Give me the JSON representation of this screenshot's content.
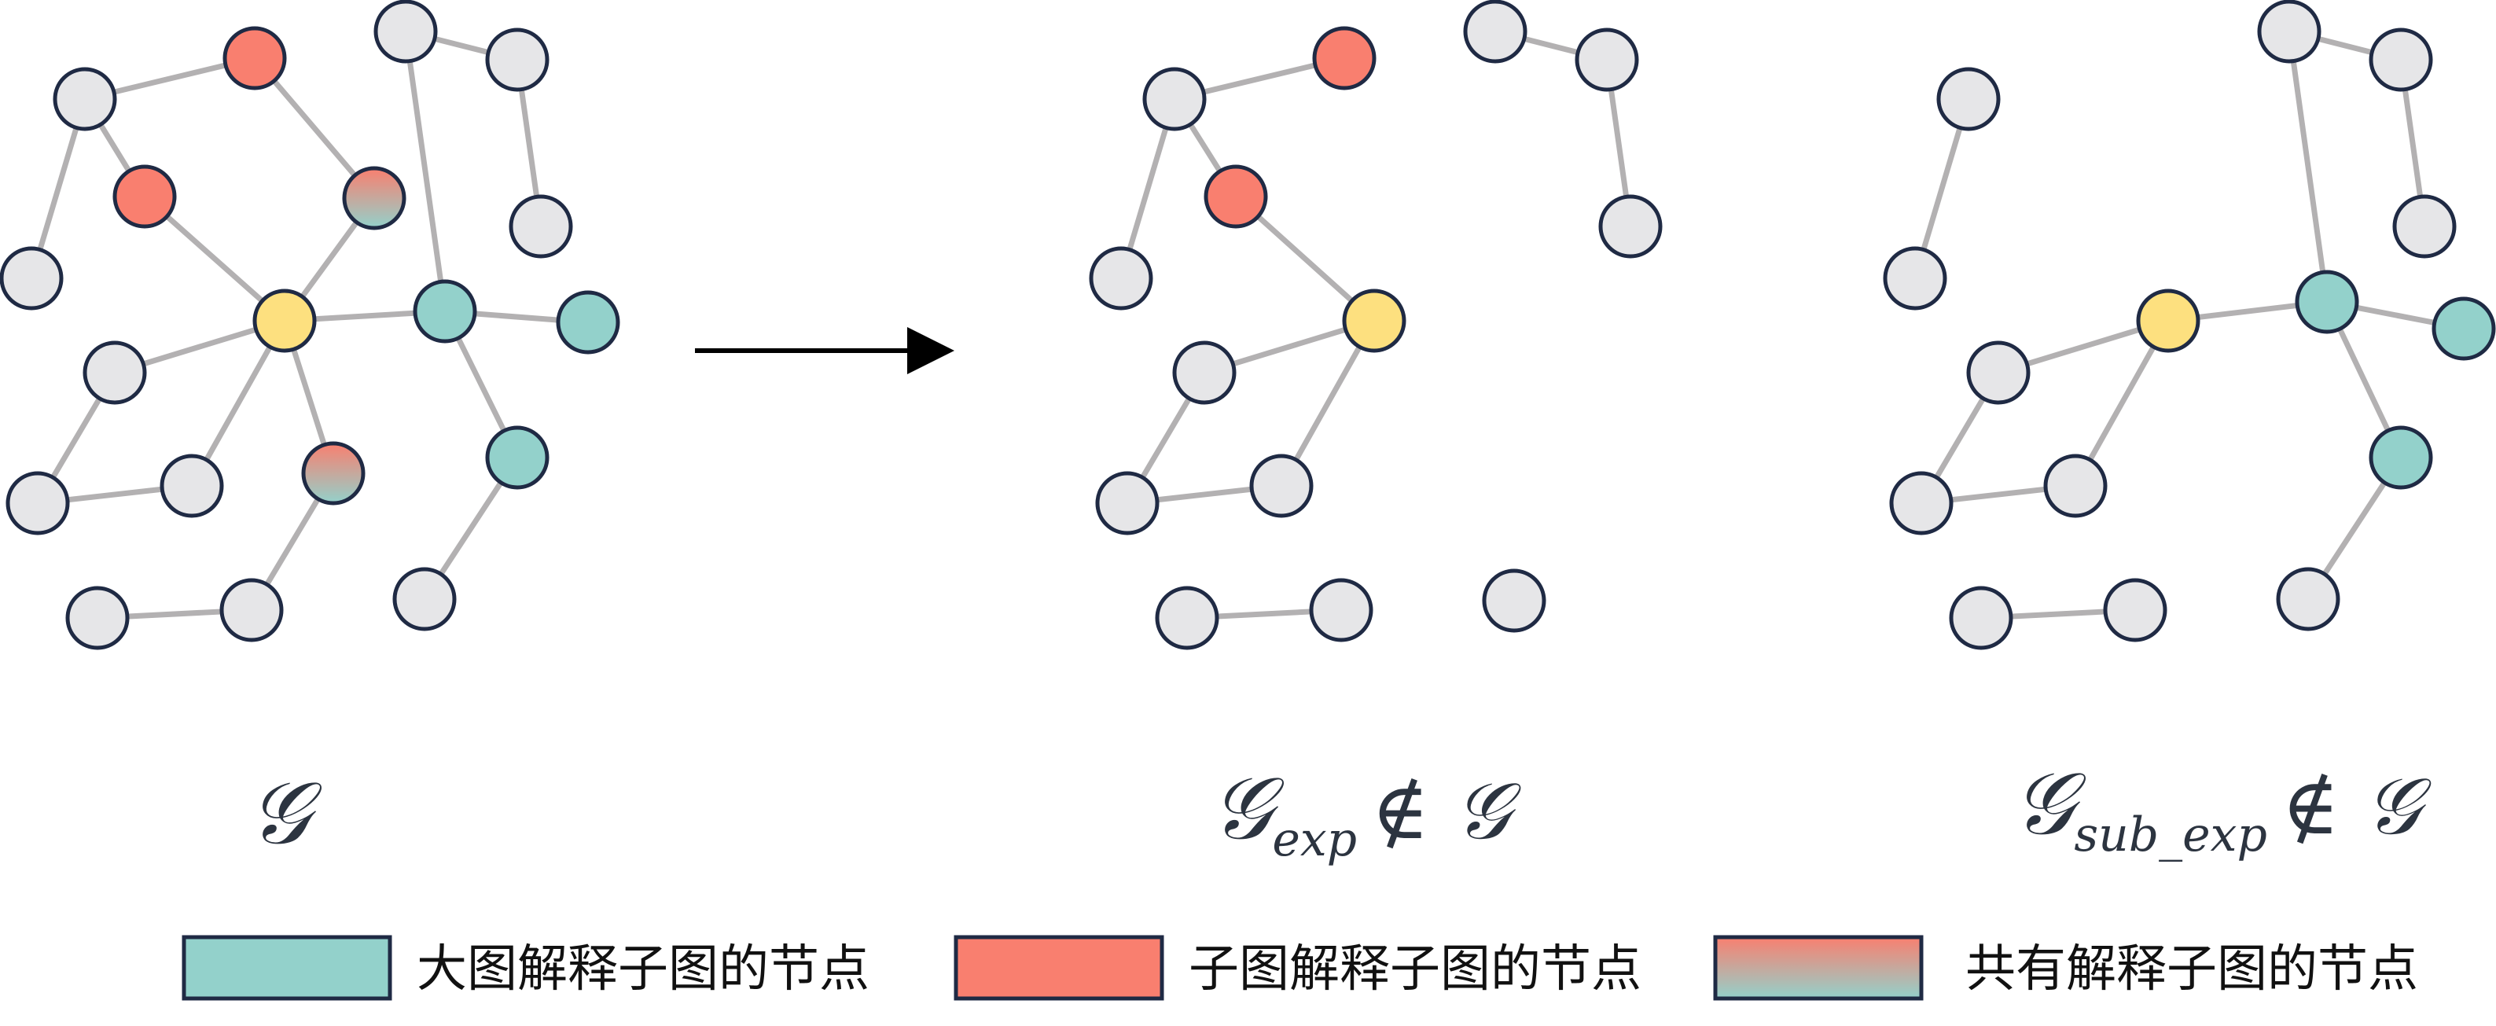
{
  "colors": {
    "node_default": "#e6e6e8",
    "node_center": "#fde07f",
    "node_large_graph": "#93d1cb",
    "node_subgraph": "#f97f6f",
    "edge": "#b3b1b2",
    "outline": "#1f2a44"
  },
  "graphs": {
    "original": {
      "label_main": "𝒢",
      "label_sub": "",
      "label_rel": ""
    },
    "exp": {
      "label_main": "𝒢",
      "label_sub": "exp",
      "label_rel": "∉ 𝒢"
    },
    "sub_exp": {
      "label_main": "𝒢",
      "label_sub": "sub_exp",
      "label_rel": "∉ 𝒢"
    }
  },
  "legend": [
    {
      "label": "大图解释子图的节点",
      "swatch": "large_graph"
    },
    {
      "label": "子图解释子图的节点",
      "swatch": "subgraph"
    },
    {
      "label": "共有解释子图的节点",
      "swatch": "shared"
    }
  ]
}
